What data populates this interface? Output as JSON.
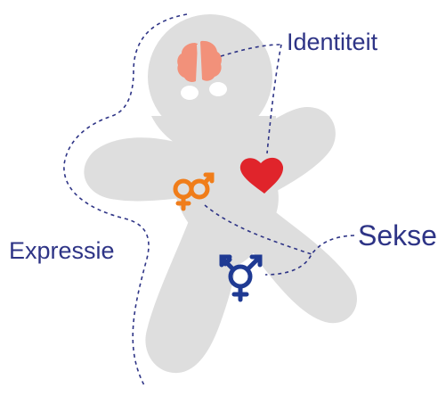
{
  "labels": {
    "identiteit": "Identiteit",
    "sekse": "Sekse",
    "expressie": "Expressie"
  },
  "icons": {
    "brain": "brain-icon",
    "heart": "heart-icon",
    "expression_symbol": "gender-symbols-icon",
    "sex_symbol": "transgender-symbol-icon"
  },
  "colors": {
    "body": "#dedede",
    "eyes": "#ffffff",
    "brain": "#f2917a",
    "heart": "#e0242b",
    "expression_symbol": "#f07d1a",
    "sex_symbol": "#1f3a93",
    "text": "#2e3486",
    "dashed_lines": "#2e3486"
  }
}
